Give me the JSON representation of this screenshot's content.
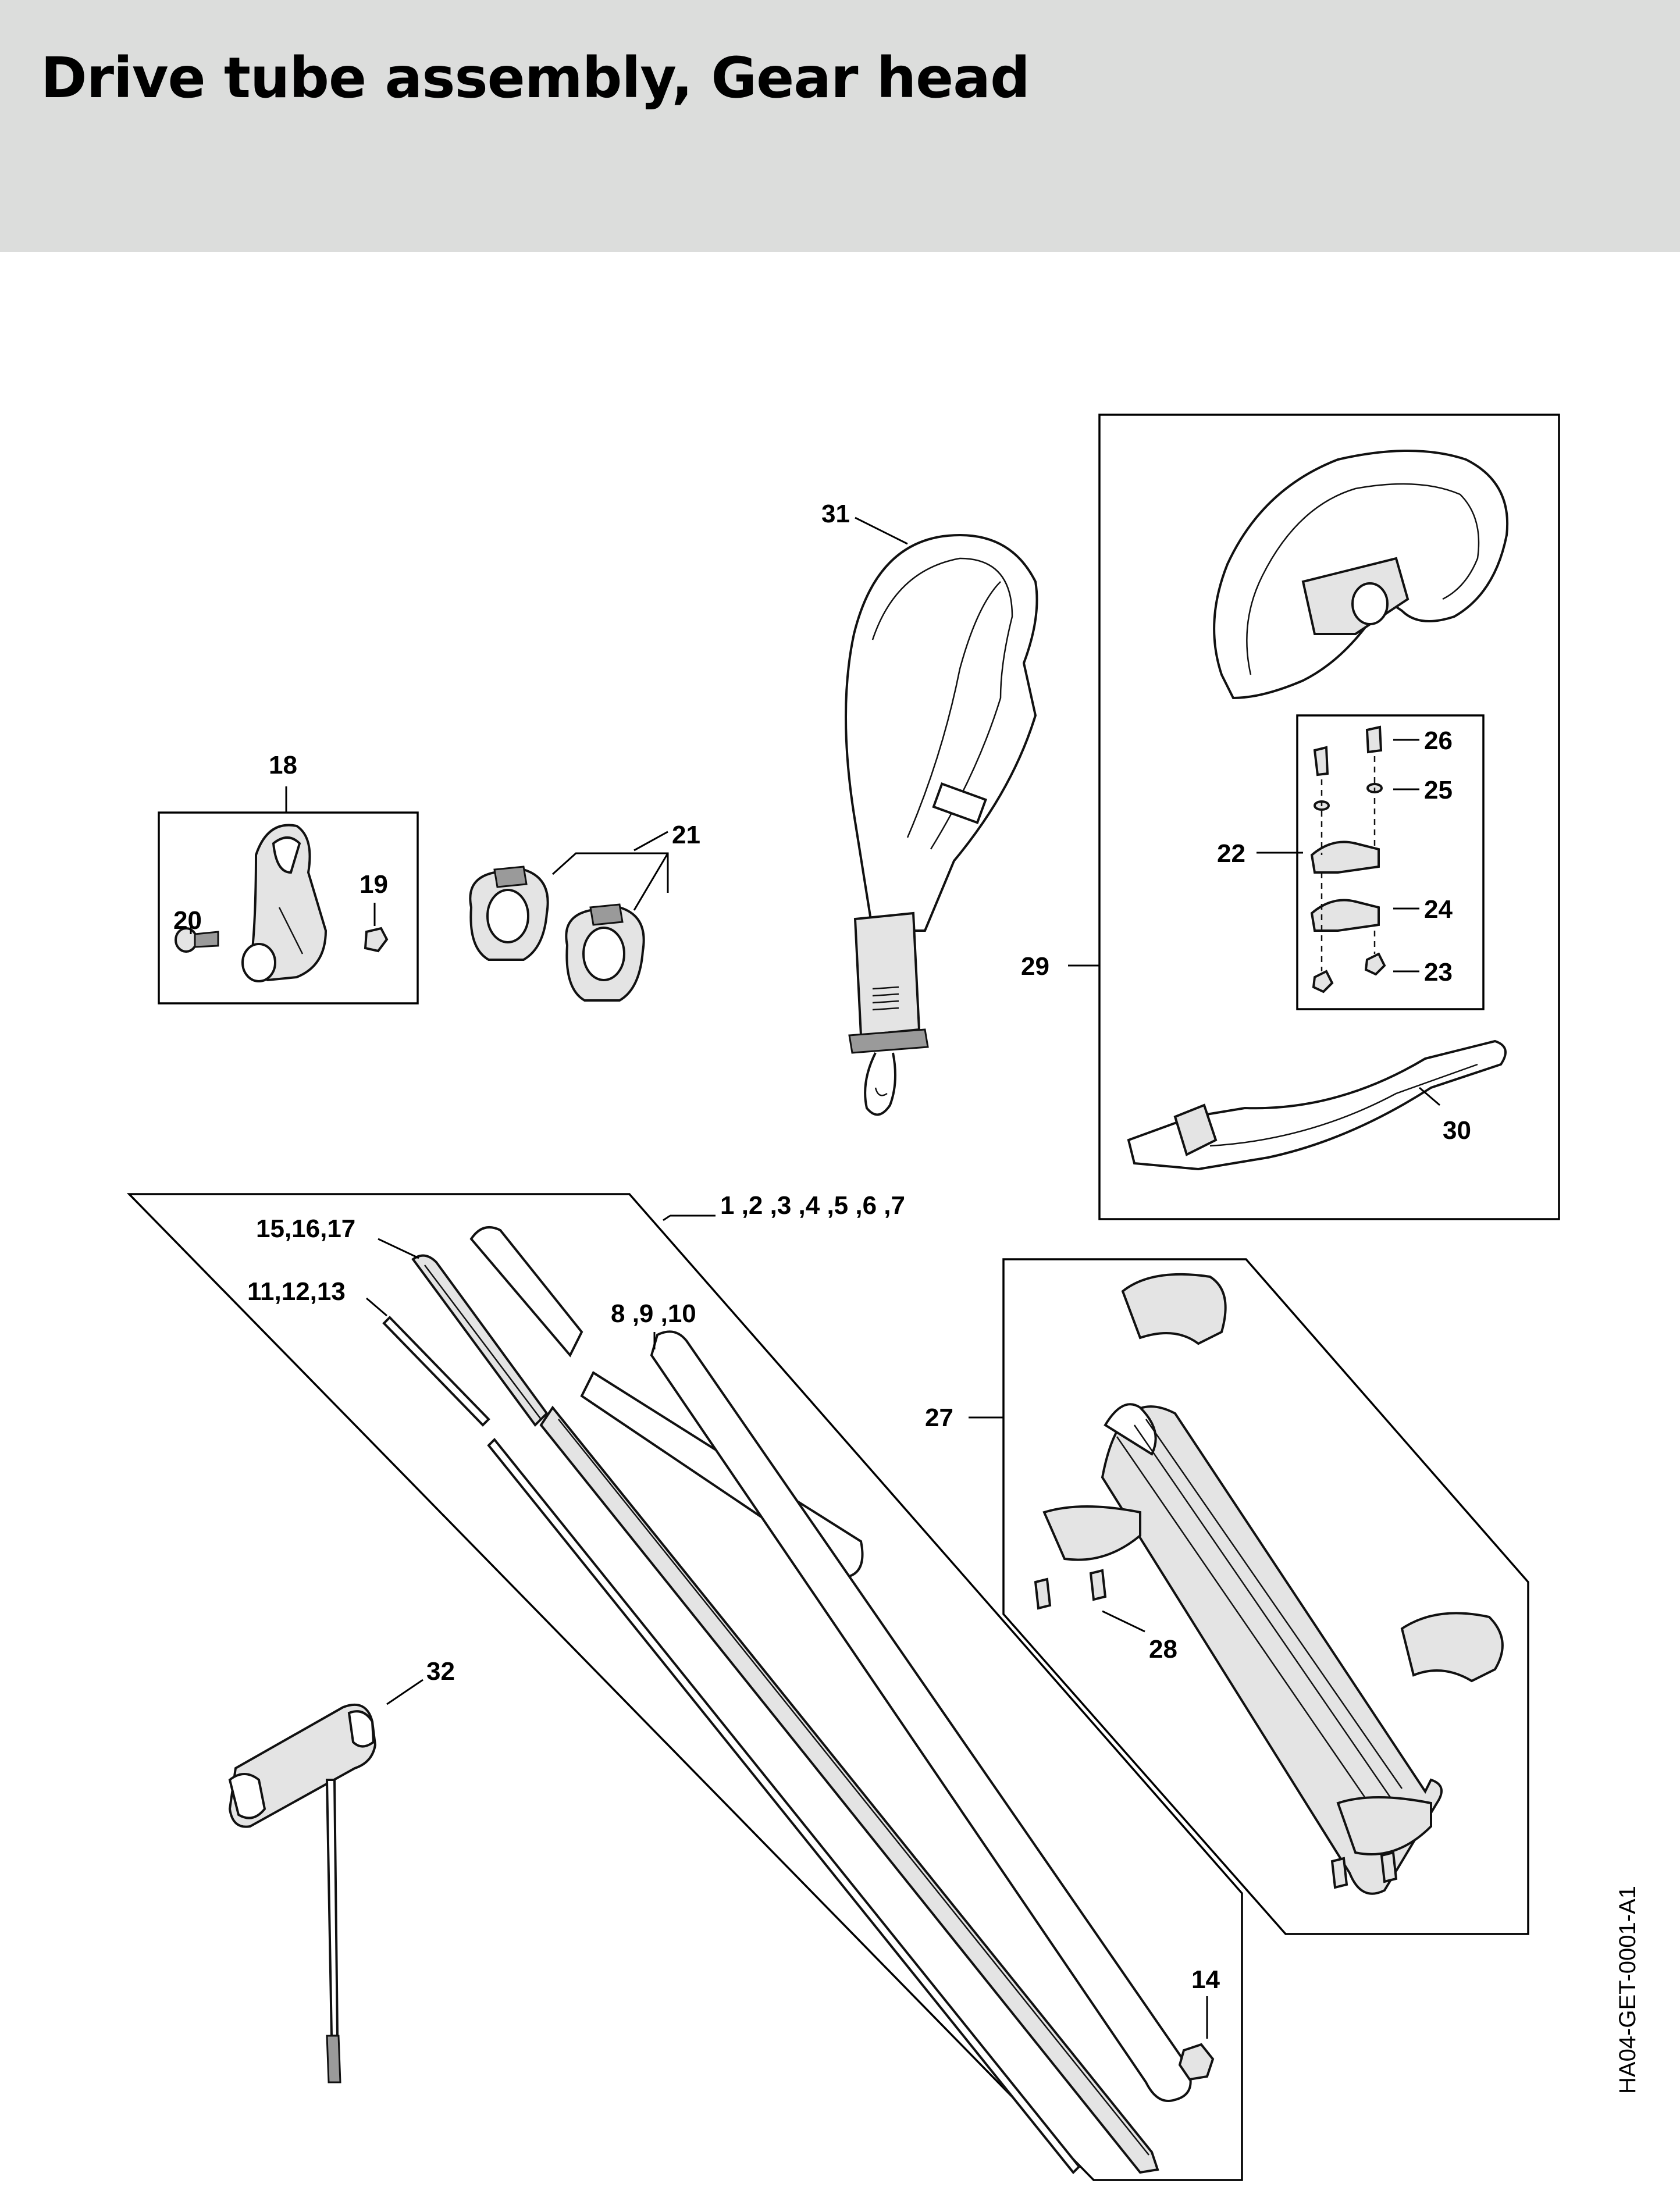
{
  "title": "Drive tube assembly, Gear head",
  "document_code": "HA04-GET-0001-A1",
  "callouts": {
    "c31": "31",
    "c18": "18",
    "c19": "19",
    "c20": "20",
    "c21": "21",
    "c22": "22",
    "c23": "23",
    "c24": "24",
    "c25": "25",
    "c26": "26",
    "c29": "29",
    "c30": "30",
    "c1_7": "1 ,2 ,3 ,4 ,5 ,6 ,7",
    "c15_17": "15,16,17",
    "c11_13": "11,12,13",
    "c8_10": "8 ,9 ,10",
    "c27": "27",
    "c28": "28",
    "c32": "32",
    "c14": "14"
  },
  "icons": [
    "harness-strap",
    "throttle-housing",
    "tube-clamps",
    "loop-handle",
    "handle-support",
    "bike-handle",
    "drive-tube",
    "drive-shaft",
    "combination-wrench"
  ]
}
